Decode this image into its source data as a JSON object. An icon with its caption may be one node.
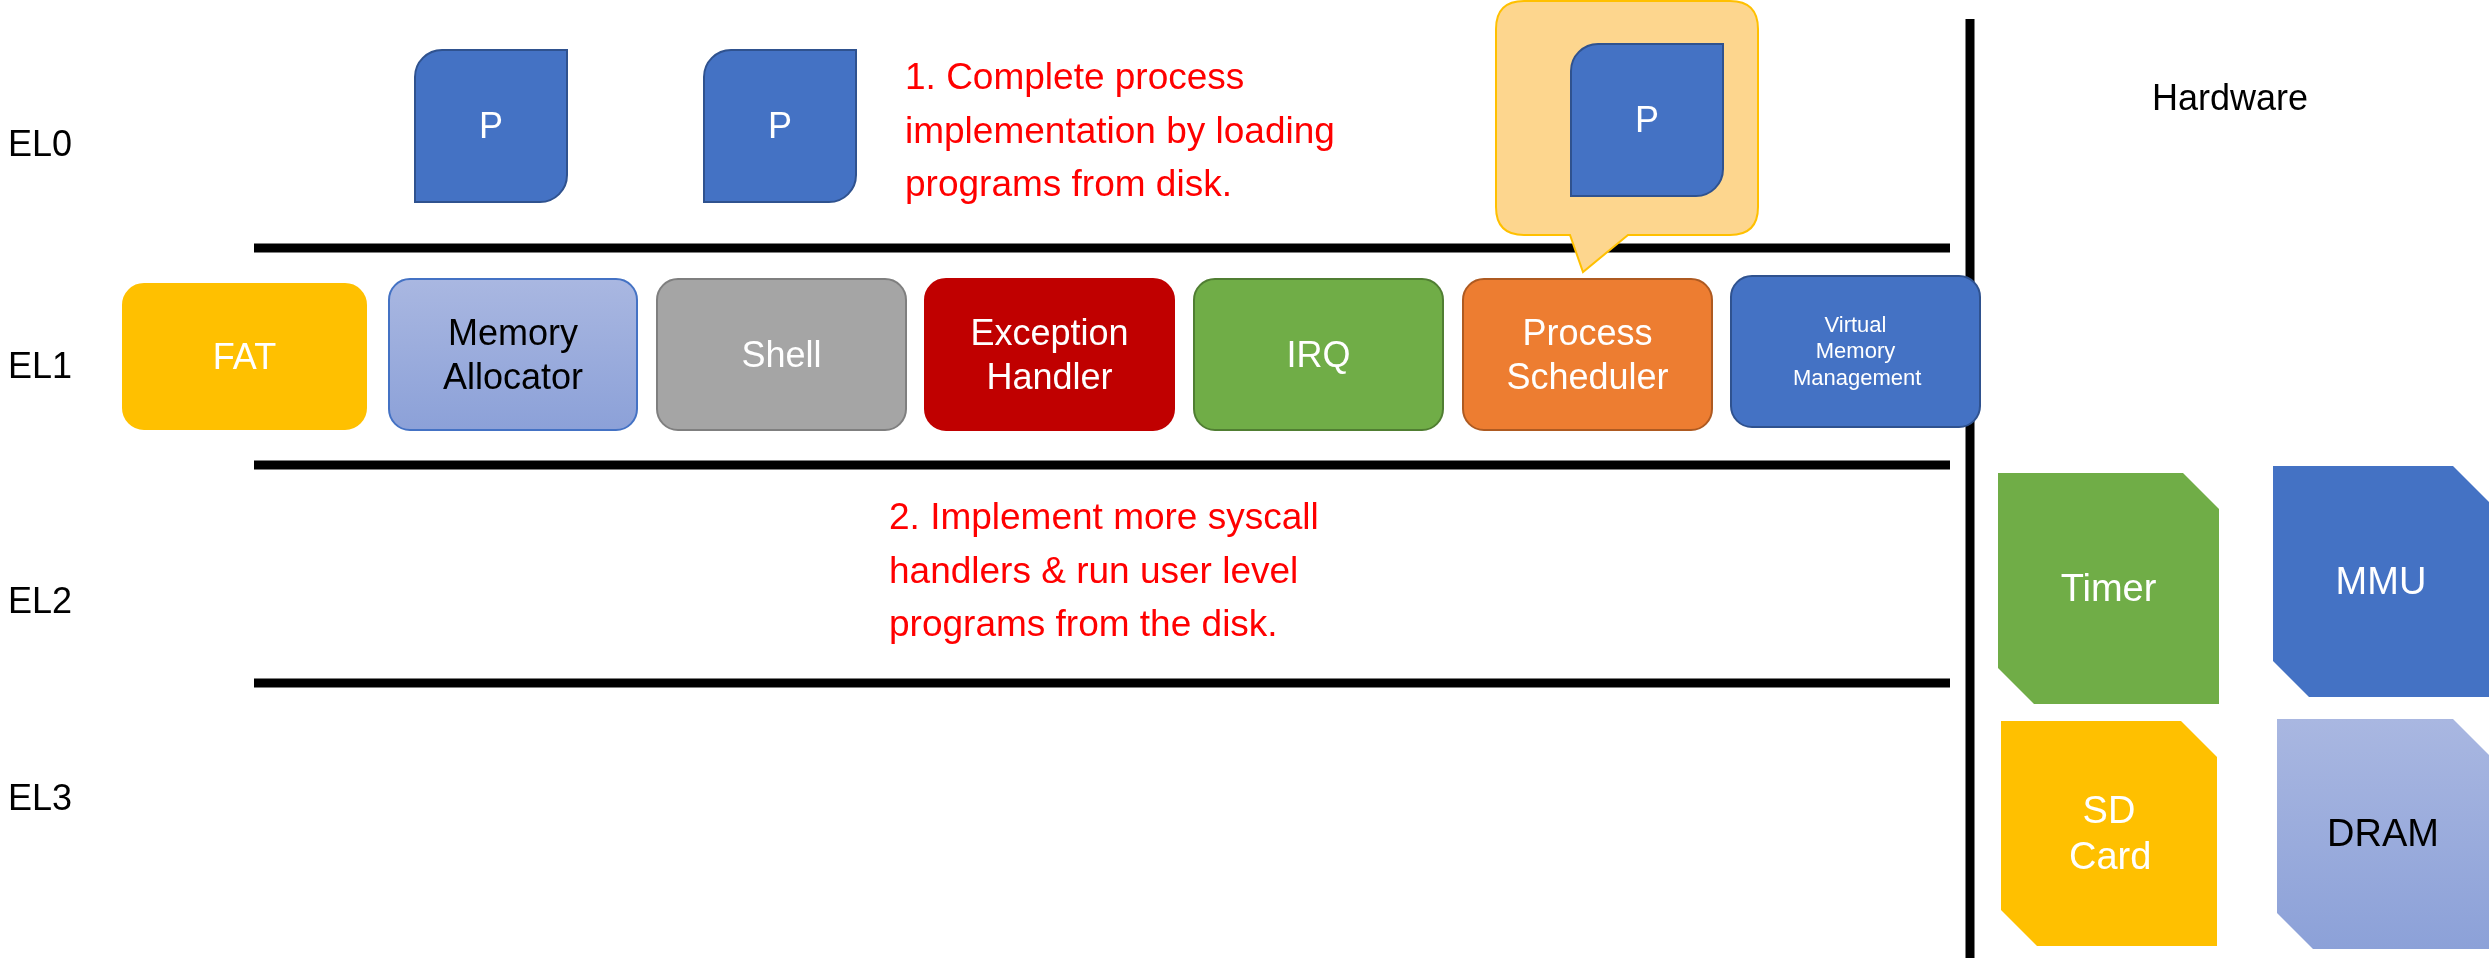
{
  "diagram": {
    "nodes": [
      {
        "text": [
          "P"
        ]
      },
      {
        "text": [
          "P"
        ]
      },
      {
        "text": [],
        "shape": "callout"
      },
      {
        "text": [
          "P"
        ],
        "in": 2
      },
      {
        "text": [
          "FAT"
        ]
      },
      {
        "text": [
          "Memory Allocator"
        ]
      },
      {
        "text": [
          "Shell"
        ]
      },
      {
        "text": [
          "Exception Handler"
        ]
      },
      {
        "text": [
          "IRQ"
        ]
      },
      {
        "text": [
          "Process Scheduler"
        ]
      },
      {
        "text": [
          "Virtual Memory Management"
        ]
      },
      {
        "text": [
          "Timer"
        ]
      },
      {
        "text": [
          "MMU"
        ]
      },
      {
        "text": [
          "SD Card"
        ]
      },
      {
        "text": [
          "DRAM"
        ]
      }
    ],
    "labels": [
      "EL0",
      "1. Complete process implementation by loading programs from disk.",
      "Hardware",
      "EL1",
      "EL2",
      "2. Implement more syscall handlers & run user level programs from the disk.",
      "EL3"
    ]
  }
}
